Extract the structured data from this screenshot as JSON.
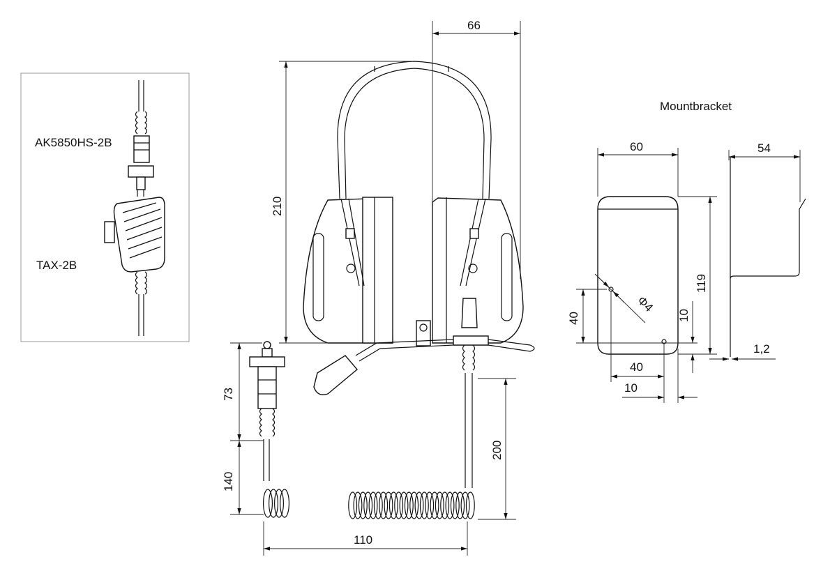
{
  "inset": {
    "connector_label": "AK5850HS-2B",
    "ptt_label": "TAX-2B"
  },
  "headset_dims": {
    "width_half": "66",
    "height": "210",
    "plug_length": "73",
    "cable_short": "140",
    "cable_long": "200",
    "total_width": "110"
  },
  "bracket": {
    "title": "Mountbracket",
    "width": "60",
    "depth": "54",
    "height": "119",
    "hole_spacing_v": "40",
    "hole_offset_v": "10",
    "hole_diameter": "Φ4",
    "hole_spacing_h": "40",
    "hole_offset_h": "10",
    "thickness": "1,2"
  }
}
